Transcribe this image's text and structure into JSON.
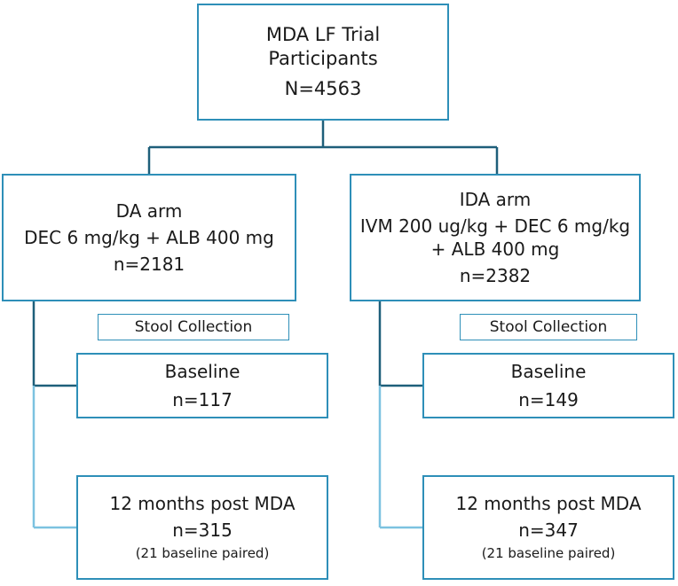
{
  "colors": {
    "box_border": "#2e8fb8",
    "connector_dark": "#1e5f7a",
    "connector_light": "#7cc2e0"
  },
  "root": {
    "line1": "MDA LF Trial",
    "line2": "Participants",
    "line3": "N=4563"
  },
  "da_arm": {
    "line1": "DA arm",
    "line2": "DEC 6 mg/kg + ALB 400 mg",
    "line3": "n=2181"
  },
  "ida_arm": {
    "line1": "IDA arm",
    "line2": "IVM 200 ug/kg + DEC 6 mg/kg",
    "line3": "+ ALB 400 mg",
    "line4": "n=2382"
  },
  "stool_label_left": "Stool Collection",
  "stool_label_right": "Stool Collection",
  "da_baseline": {
    "line1": "Baseline",
    "line2": "n=117"
  },
  "ida_baseline": {
    "line1": "Baseline",
    "line2": "n=149"
  },
  "da_followup": {
    "line1": "12 months post MDA",
    "line2": "n=315",
    "line3": "(21 baseline paired)"
  },
  "ida_followup": {
    "line1": "12 months post MDA",
    "line2": "n=347",
    "line3": "(21 baseline paired)"
  }
}
